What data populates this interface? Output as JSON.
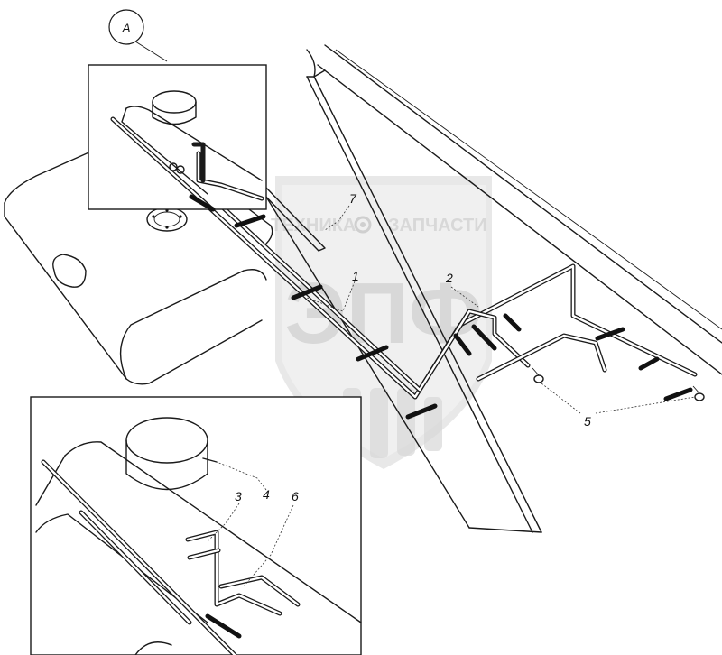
{
  "watermark": {
    "brand_left": "ТЕХНИКА",
    "brand_right": "ЗАПЧАСТИ",
    "logo": "ЭПФ"
  },
  "view_label": "A",
  "callouts": [
    {
      "id": "callout-1",
      "text": "1"
    },
    {
      "id": "callout-2",
      "text": "2"
    },
    {
      "id": "callout-3",
      "text": "3"
    },
    {
      "id": "callout-4",
      "text": "4"
    },
    {
      "id": "callout-5",
      "text": "5"
    },
    {
      "id": "callout-6",
      "text": "6"
    },
    {
      "id": "callout-7",
      "text": "7"
    }
  ],
  "colors": {
    "line": "#1a1a1a",
    "watermark": "#d6d6d6"
  }
}
